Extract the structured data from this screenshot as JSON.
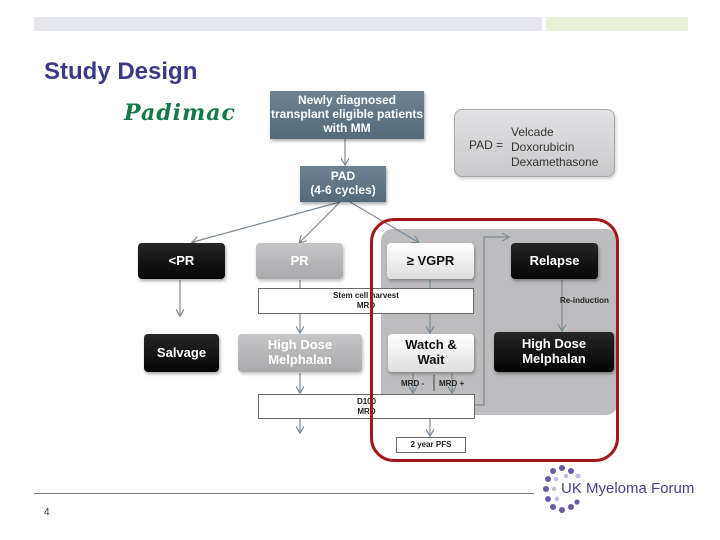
{
  "slide": {
    "title": "Study Design",
    "page_number": "4",
    "colors": {
      "title": "#3b3a84",
      "brand_green": "#137a4a",
      "highlight_ring": "#a6161b",
      "steel_box": "#5f7381"
    }
  },
  "diagram": {
    "logo": "Padimac",
    "entry_box": "Newly diagnosed transplant eligible patients with MM",
    "induction_box": "PAD\n(4-6 cycles)",
    "legend": {
      "abbr": "PAD =",
      "items": [
        "Velcade",
        "Doxorubicin",
        "Dexamethasone"
      ]
    },
    "responses": {
      "lt_pr": "<PR",
      "pr": "PR",
      "vgpr": "≥ VGPR",
      "relapse": "Relapse"
    },
    "stem_cell": {
      "line1": "Stem cell harvest",
      "line2": "MRD"
    },
    "reinduction": "Re-induction",
    "treatments": {
      "salvage": "Salvage",
      "hdm_pr": "High Dose\nMelphalan",
      "watch_wait": "Watch &\nWait",
      "hdm_relapse": "High Dose\nMelphalan"
    },
    "mrd_neg": "MRD -",
    "mrd_pos": "MRD +",
    "d100": {
      "line1": "D100",
      "line2": "MRD"
    },
    "pfs": "2 year PFS"
  },
  "footer": {
    "organization": "UK Myeloma Forum"
  }
}
